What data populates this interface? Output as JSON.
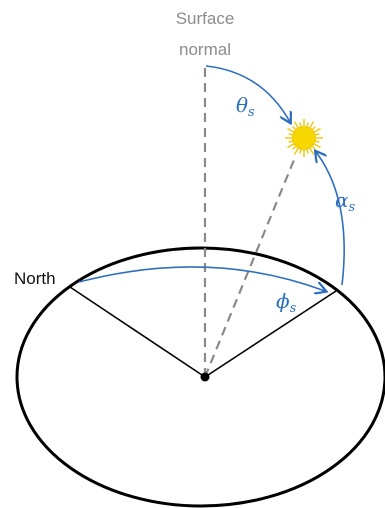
{
  "labels": {
    "surface_normal_line1": "Surface",
    "surface_normal_line2": "normal",
    "north": "North",
    "theta_symbol": "θ",
    "theta_sub": "s",
    "alpha_symbol": "α",
    "alpha_sub": "s",
    "phi_symbol": "ϕ",
    "phi_sub": "s"
  },
  "colors": {
    "arc": "#2e6fbd",
    "normal_line": "#8a8a8a",
    "sun_fill": "#f6d800",
    "sun_rays": "#f2c500",
    "outline": "#000000"
  },
  "icons": {
    "sun": "sun-icon"
  }
}
